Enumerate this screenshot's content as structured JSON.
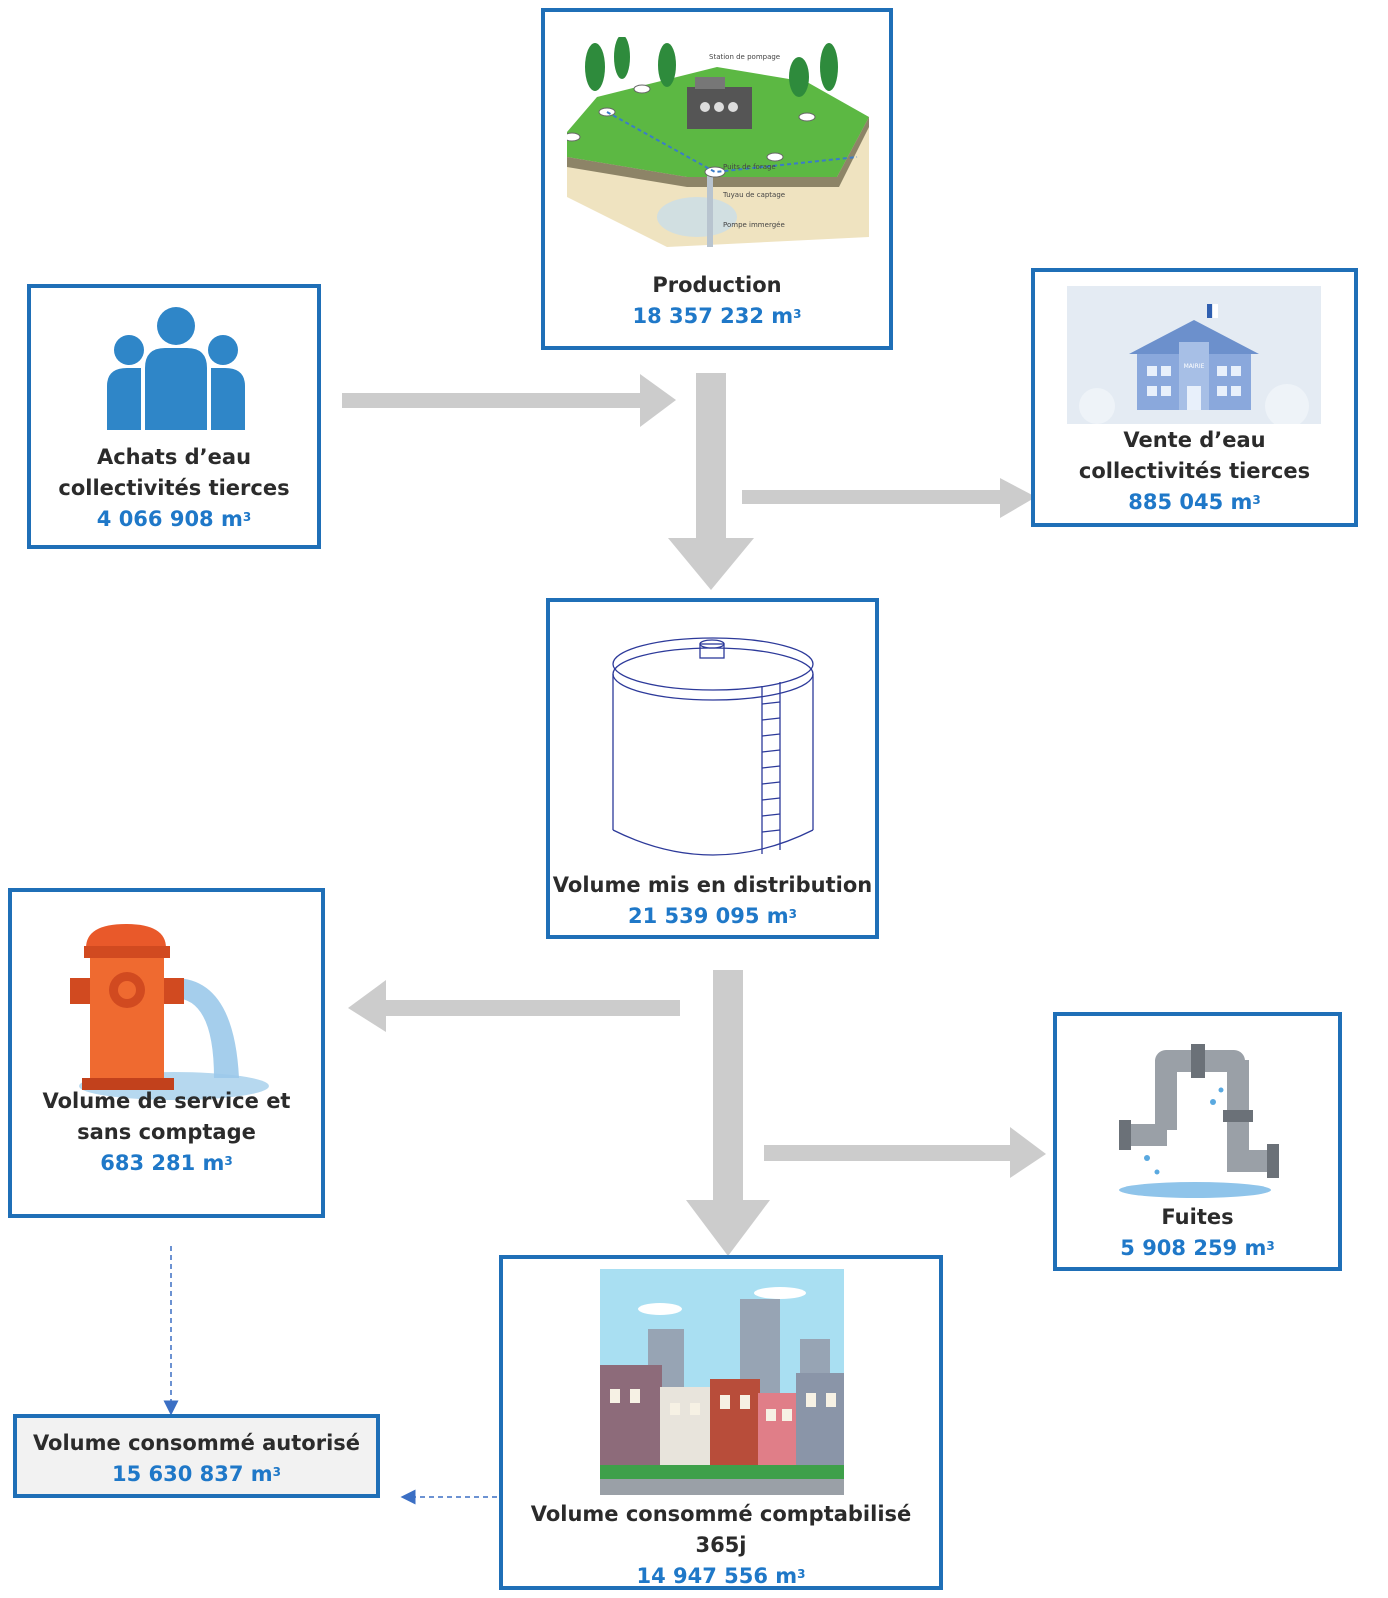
{
  "nodes": {
    "production": {
      "label": "Production",
      "value": "18 357 232 m",
      "unit_exp": "3"
    },
    "achats": {
      "label_line1": "Achats d’eau",
      "label_line2": "collectivités tierces",
      "value": "4 066 908 m",
      "unit_exp": "3"
    },
    "vente": {
      "label_line1": "Vente d’eau",
      "label_line2": "collectivités tierces",
      "value": "885 045 m",
      "unit_exp": "3"
    },
    "distribution": {
      "label": "Volume mis en distribution",
      "value": "21 539 095 m",
      "unit_exp": "3"
    },
    "service": {
      "label_line1": "Volume de service et",
      "label_line2": "sans comptage",
      "value": "683 281 m",
      "unit_exp": "3"
    },
    "fuites": {
      "label": "Fuites",
      "value": "5 908 259 m",
      "unit_exp": "3"
    },
    "autorise": {
      "label": "Volume consommé autorisé",
      "value": "15 630 837 m",
      "unit_exp": "3"
    },
    "comptabilise": {
      "label": "Volume consommé comptabilisé 365j",
      "value": "14 947 556 m",
      "unit_exp": "3"
    }
  },
  "illustration_text": {
    "station": "Station de pompage",
    "puits": "Puits de forage",
    "tuyau": "Tuyau de captage",
    "pompe": "Pompe immergée",
    "mairie": "MAIRIE"
  },
  "colors": {
    "box_border": "#1f6fb7",
    "value_text": "#1f78c8",
    "arrow": "#cccccc",
    "dashed_arrow": "#3b6fc4"
  }
}
